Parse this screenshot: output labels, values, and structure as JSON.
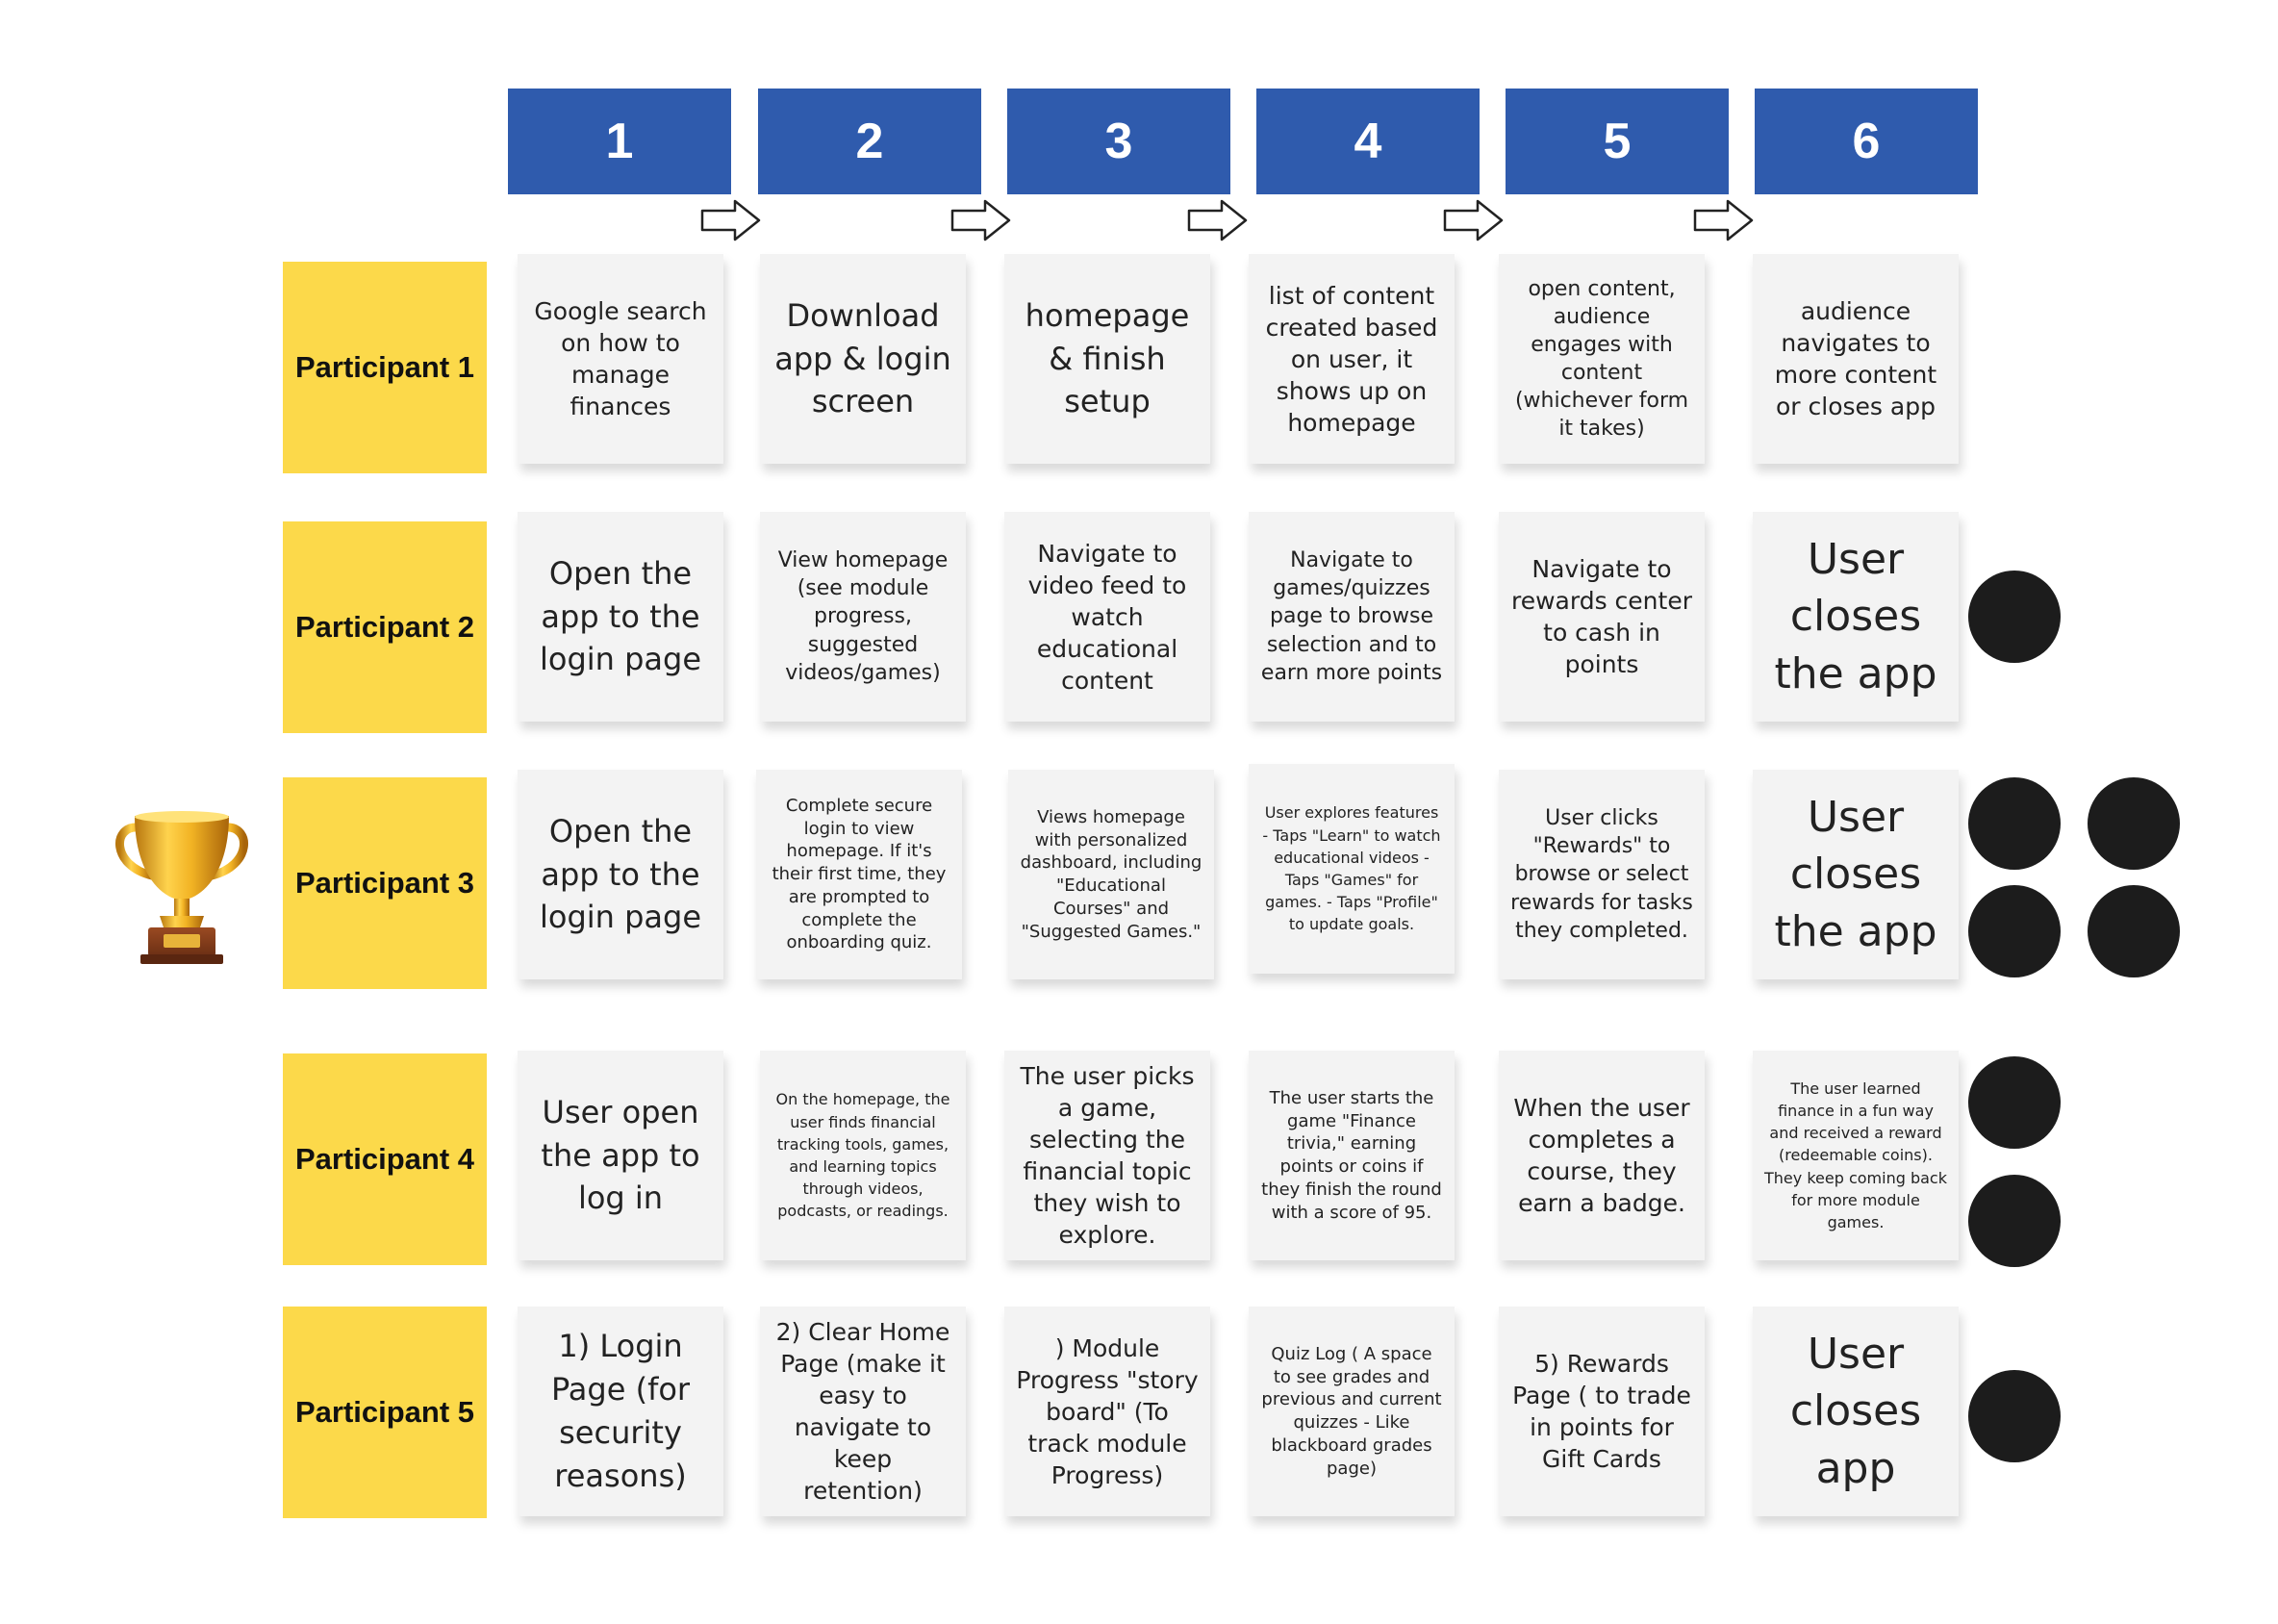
{
  "steps": [
    "1",
    "2",
    "3",
    "4",
    "5",
    "6"
  ],
  "participants": [
    {
      "name": "Participant 1",
      "notes": [
        "Google search on how to manage finances",
        "Download app & login screen",
        "homepage & finish setup",
        "list of content created based on user, it shows up on homepage",
        "open content, audience engages with content (whichever form it takes)",
        "audience navigates to more content or closes app"
      ]
    },
    {
      "name": "Participant 2",
      "notes": [
        "Open the app to the login page",
        "View homepage (see module progress, suggested videos/games)",
        "Navigate to video feed to watch educational content",
        "Navigate to games/quizzes page to browse selection and to earn more points",
        "Navigate to rewards center to cash in points",
        "User closes the app"
      ]
    },
    {
      "name": "Participant 3",
      "notes": [
        "Open the app to the login page",
        "Complete secure login to view homepage. If it's their first time, they are prompted to complete the onboarding quiz.",
        "Views homepage with personalized dashboard, including \"Educational Courses\" and \"Suggested Games.\"",
        "User explores features - Taps \"Learn\" to watch educational videos -Taps \"Games\" for games. - Taps \"Profile\" to update goals.",
        "User clicks \"Rewards\" to browse or select rewards for tasks they completed.",
        "User closes the app"
      ]
    },
    {
      "name": "Participant 4",
      "notes": [
        "User open the app to log in",
        "On the homepage, the user finds financial tracking tools, games, and learning topics through videos, podcasts, or readings.",
        "The user picks a game, selecting the financial topic they wish to explore.",
        "The user starts the game \"Finance trivia,\" earning points or coins if they finish the round with a score of 95.",
        "When the user completes a course, they earn a badge.",
        "The user learned finance in a fun way and received a reward (redeemable coins). They keep coming back for more module games."
      ]
    },
    {
      "name": "Participant 5",
      "notes": [
        "1) Login Page (for security reasons)",
        "2) Clear Home Page (make it easy to navigate to keep retention)",
        ") Module Progress \"story board\" (To track module Progress)",
        "Quiz Log ( A space to see grades and previous and current quizzes - Like blackboard grades page)",
        "5) Rewards Page ( to trade in points for Gift Cards",
        "User closes app"
      ]
    }
  ],
  "colors": {
    "header": "#2f5bad",
    "participant": "#fcd94a",
    "note": "#f3f3f3",
    "vote_dot": "#1c1c1c"
  },
  "icons": {
    "trophy": "trophy-icon",
    "arrow": "right-arrow-icon",
    "vote": "vote-dot"
  }
}
